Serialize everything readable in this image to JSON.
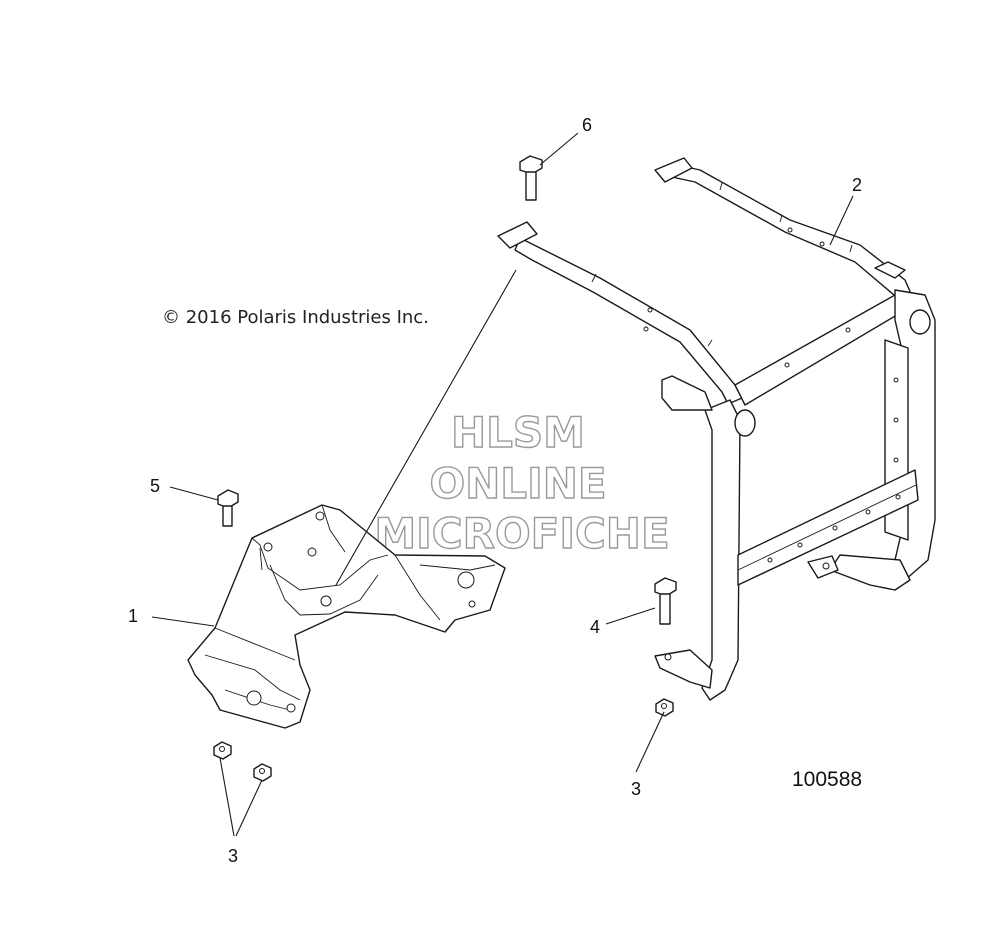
{
  "copyright": "© 2016 Polaris Industries Inc.",
  "drawing_number": "100588",
  "watermark": [
    "HLSM",
    "ONLINE",
    "MICROFICHE"
  ],
  "callouts": [
    {
      "id": "c6",
      "label": "6"
    },
    {
      "id": "c2",
      "label": "2"
    },
    {
      "id": "c5",
      "label": "5"
    },
    {
      "id": "c1",
      "label": "1"
    },
    {
      "id": "c4",
      "label": "4"
    },
    {
      "id": "c3a",
      "label": "3"
    },
    {
      "id": "c3b",
      "label": "3"
    }
  ]
}
